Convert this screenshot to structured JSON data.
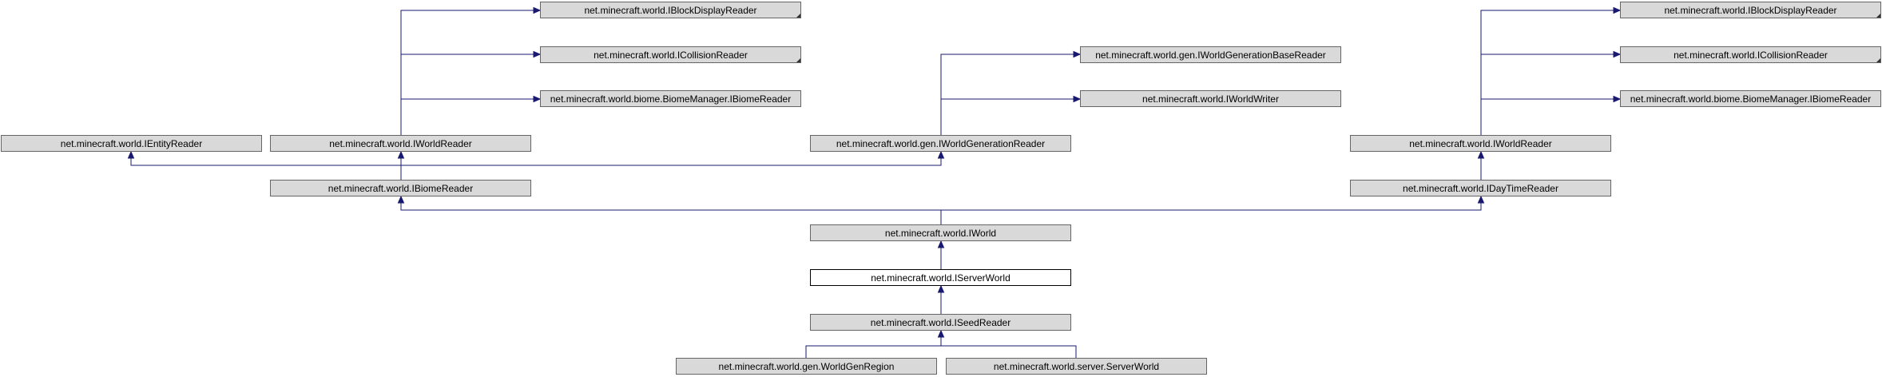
{
  "diagram": {
    "title": "",
    "colors": {
      "node_fill": "#d9d9d9",
      "node_border": "#666666",
      "current_fill": "#ffffff",
      "current_border": "#000000",
      "edge": "#191970"
    },
    "nodes": {
      "bdr_left": "net.minecraft.world.IBlockDisplayReader",
      "coll_left": "net.minecraft.world.ICollisionReader",
      "bm_left": "net.minecraft.world.biome.BiomeManager.IBiomeReader",
      "wgbr": "net.minecraft.world.gen.IWorldGenerationBaseReader",
      "ww": "net.minecraft.world.IWorldWriter",
      "bdr_right": "net.minecraft.world.IBlockDisplayReader",
      "coll_right": "net.minecraft.world.ICollisionReader",
      "bm_right": "net.minecraft.world.biome.BiomeManager.IBiomeReader",
      "entity": "net.minecraft.world.IEntityReader",
      "wr_left": "net.minecraft.world.IWorldReader",
      "wgr": "net.minecraft.world.gen.IWorldGenerationReader",
      "wr_right": "net.minecraft.world.IWorldReader",
      "biome": "net.minecraft.world.IBiomeReader",
      "daytime": "net.minecraft.world.IDayTimeReader",
      "iworld": "net.minecraft.world.IWorld",
      "server": "net.minecraft.world.IServerWorld",
      "seed": "net.minecraft.world.ISeedReader",
      "wgregion": "net.minecraft.world.gen.WorldGenRegion",
      "serverworld": "net.minecraft.world.server.ServerWorld"
    }
  }
}
